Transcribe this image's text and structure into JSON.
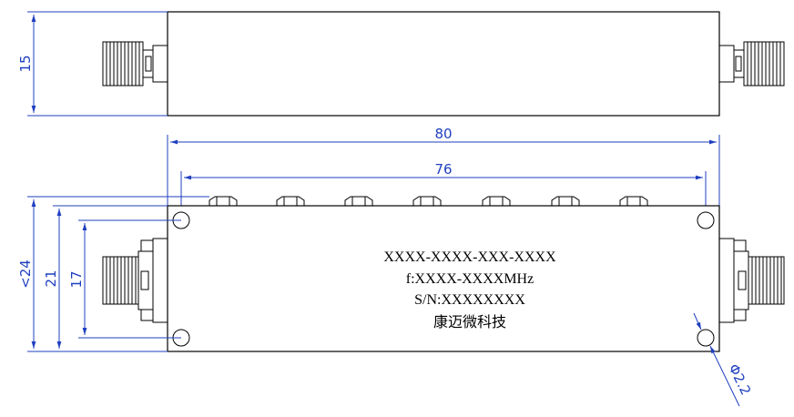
{
  "dimensions": {
    "height_top": "15",
    "length_overall": "80",
    "hole_spacing": "76",
    "height_overall": "<24",
    "height_body": "21",
    "height_holes": "17",
    "hole_diameter": "Φ2.2"
  },
  "label": {
    "model": "XXXX-XXXX-XXX-XXXX",
    "frequency": "f:XXXX-XXXXMHz",
    "serial": "S/N:XXXXXXXX",
    "company": "康迈微科技"
  },
  "colors": {
    "dimension": "#1f3fbf",
    "outline": "#000000"
  }
}
